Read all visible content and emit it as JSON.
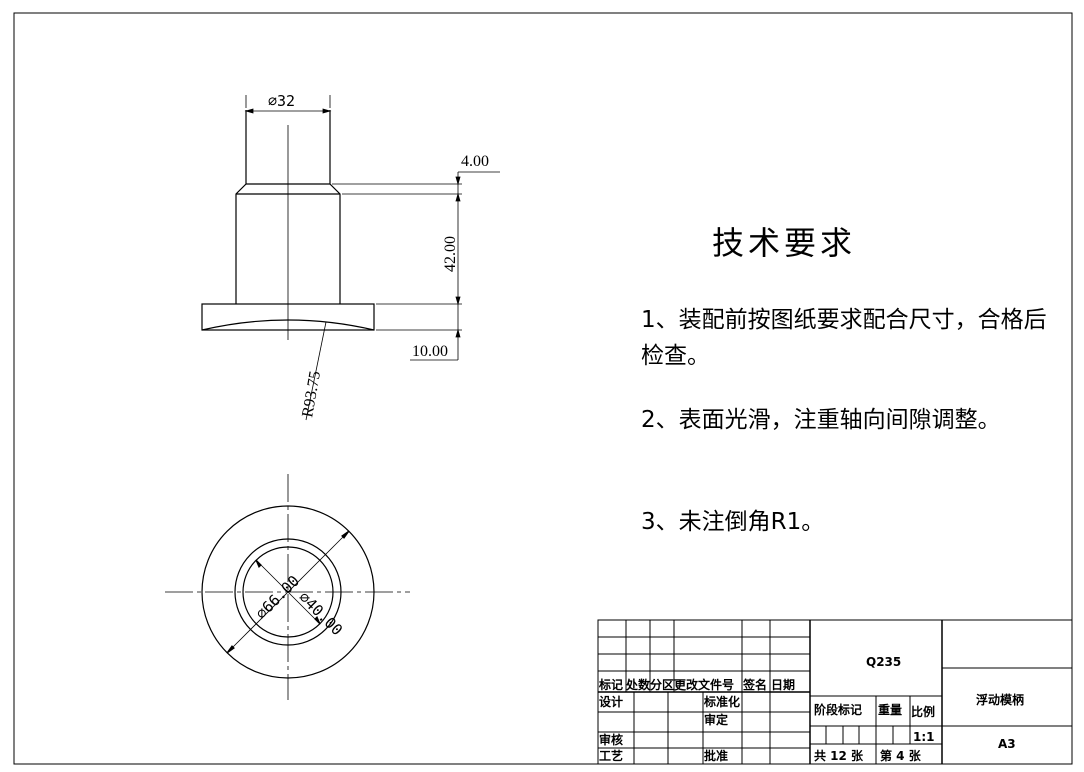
{
  "technical_requirements": {
    "title": "技术要求",
    "items": [
      "1、装配前按图纸要求配合尺寸，合格后检查。",
      "2、表面光滑，注重轴向间隙调整。",
      "3、未注倒角R1。"
    ]
  },
  "front_view": {
    "dim_diameter_top": "⌀32",
    "dim_chamfer": "4.00",
    "dim_height": "42.00",
    "dim_base": "10.00",
    "dim_radius": "R93.75"
  },
  "top_view": {
    "dim_outer": "⌀66.00",
    "dim_inner": "⌀40.00"
  },
  "title_block": {
    "material": "Q235",
    "part_name": "浮动模柄",
    "paper_size": "A3",
    "header_labels": [
      "标记",
      "处数",
      "分区",
      "更改文件号",
      "签名",
      "日期"
    ],
    "row_design": "设计",
    "row_standard": "标准化",
    "row_review": "审定",
    "row_check": "审核",
    "row_process": "工艺",
    "row_approve": "批准",
    "stage_mark": "阶段标记",
    "weight": "重量",
    "scale_label": "比例",
    "scale_value": "1:1",
    "sheet_total": "共 12 张",
    "sheet_no": "第 4  张"
  }
}
